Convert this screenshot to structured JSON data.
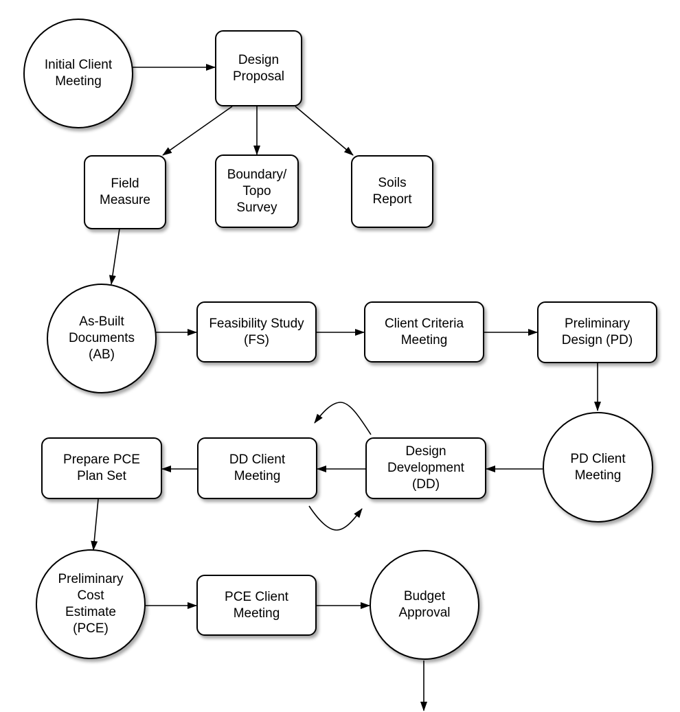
{
  "nodes": {
    "initial_client_meeting": {
      "lines": [
        "Initial Client",
        "Meeting"
      ]
    },
    "design_proposal": {
      "lines": [
        "Design",
        "Proposal"
      ]
    },
    "field_measure": {
      "lines": [
        "Field",
        "Measure"
      ]
    },
    "boundary_topo_survey": {
      "lines": [
        "Boundary/",
        "Topo",
        "Survey"
      ]
    },
    "soils_report": {
      "lines": [
        "Soils",
        "Report"
      ]
    },
    "as_built_documents": {
      "lines": [
        "As-Built",
        "Documents",
        "(AB)"
      ]
    },
    "feasibility_study": {
      "lines": [
        "Feasibility Study",
        "(FS)"
      ]
    },
    "client_criteria_meeting": {
      "lines": [
        "Client Criteria",
        "Meeting"
      ]
    },
    "preliminary_design": {
      "lines": [
        "Preliminary",
        "Design (PD)"
      ]
    },
    "pd_client_meeting": {
      "lines": [
        "PD Client",
        "Meeting"
      ]
    },
    "design_development": {
      "lines": [
        "Design",
        "Development",
        "(DD)"
      ]
    },
    "dd_client_meeting": {
      "lines": [
        "DD Client",
        "Meeting"
      ]
    },
    "prepare_pce_plan_set": {
      "lines": [
        "Prepare PCE",
        "Plan Set"
      ]
    },
    "preliminary_cost_estimate": {
      "lines": [
        "Preliminary",
        "Cost",
        "Estimate",
        "(PCE)"
      ]
    },
    "pce_client_meeting": {
      "lines": [
        "PCE Client",
        "Meeting"
      ]
    },
    "budget_approval": {
      "lines": [
        "Budget",
        "Approval"
      ]
    }
  },
  "colors": {
    "line": "#000000",
    "fill": "#ffffff",
    "shadow": "rgba(0,0,0,0.35)"
  }
}
